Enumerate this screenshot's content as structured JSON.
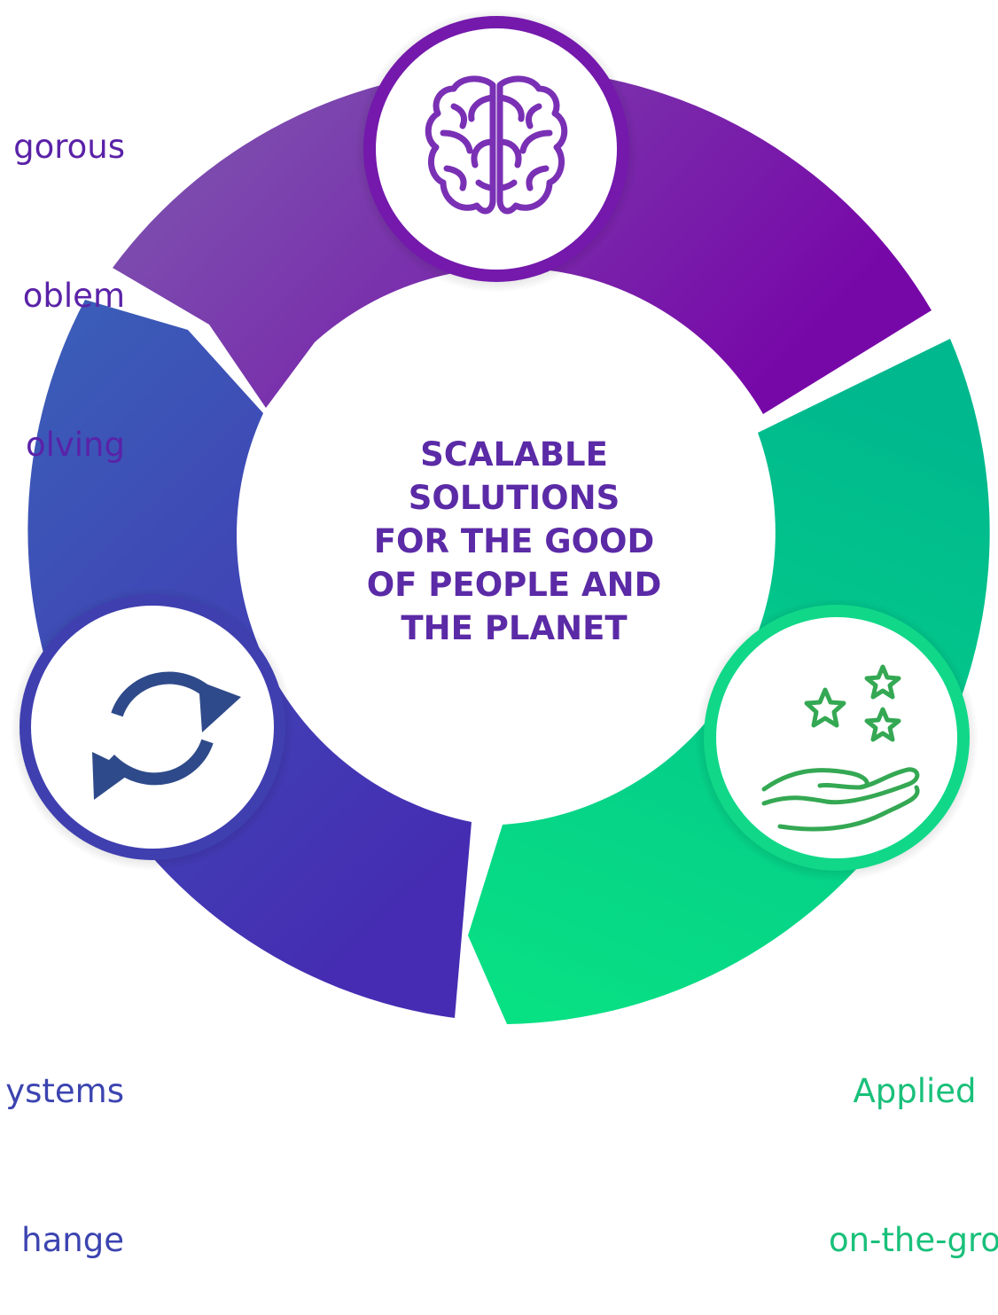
{
  "center": {
    "lines": [
      "SCALABLE",
      "SOLUTIONS",
      "FOR THE GOOD",
      "OF PEOPLE AND",
      "THE PLANET"
    ]
  },
  "segments": [
    {
      "id": "problem-solving",
      "label_lines": [
        "gorous",
        "oblem",
        "olving"
      ],
      "icon": "brain-icon",
      "color_start": "#7a4aa8",
      "color_end": "#7a0aa8"
    },
    {
      "id": "systems-change",
      "label_lines": [
        "ystems",
        "hange"
      ],
      "icon": "refresh-cycle-icon",
      "color_start": "#3a5cb8",
      "color_end": "#4a2ab0"
    },
    {
      "id": "applied",
      "label_lines": [
        "Applied",
        "on-the-gro"
      ],
      "icon": "hand-stars-icon",
      "color_start": "#00d88a",
      "color_end": "#00b090"
    }
  ],
  "colors": {
    "purple_text": "#5a22a8",
    "blue_text": "#3c44b0",
    "green_text": "#19c07a",
    "center_text": "#5b2aa6"
  }
}
